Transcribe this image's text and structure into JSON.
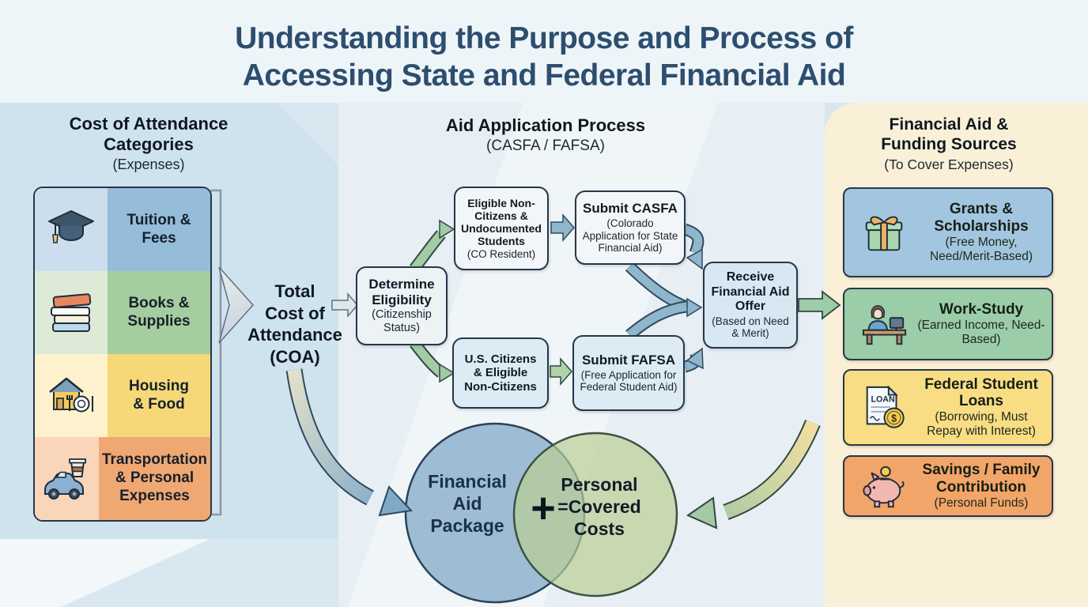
{
  "title": {
    "lines": [
      "Understanding the Purpose and Process of",
      "Accessing State and Federal Financial Aid"
    ]
  },
  "left_panel": {
    "heading": "Cost of Attendance Categories",
    "subheading": "(Expenses)",
    "items": [
      {
        "icon": "graduation-cap-icon",
        "label_lines": [
          "Tuition &",
          "Fees"
        ]
      },
      {
        "icon": "books-icon",
        "label_lines": [
          "Books &",
          "Supplies"
        ]
      },
      {
        "icon": "house-food-icon",
        "label_lines": [
          "Housing",
          "& Food"
        ]
      },
      {
        "icon": "car-coffee-icon",
        "label_lines": [
          "Transportation",
          "& Personal",
          "Expenses"
        ]
      }
    ],
    "total_lines": [
      "Total",
      "Cost of",
      "Attendance",
      "(COA)"
    ]
  },
  "process": {
    "heading": "Aid Application Process",
    "subheading": "(CASFA / FAFSA)",
    "determine": {
      "title": "Determine Eligibility",
      "sub": "(Citizenship Status)"
    },
    "eligible": {
      "title": "Eligible Non-Citizens & Undocumented Students",
      "sub": "(CO Resident)"
    },
    "casfa": {
      "title": "Submit CASFA",
      "sub": "(Colorado Application for State Financial Aid)"
    },
    "citizens": {
      "title": "U.S. Citizens & Eligible Non-Citizens"
    },
    "fafsa": {
      "title": "Submit FAFSA",
      "sub": "(Free Application for Federal Student Aid)"
    },
    "receive": {
      "title": "Receive Financial Aid Offer",
      "sub": "(Based on Need & Merit)"
    }
  },
  "right_panel": {
    "heading_lines": [
      "Financial Aid &",
      "Funding Sources"
    ],
    "subheading": "(To Cover Expenses)",
    "cards": [
      {
        "icon": "gift-icon",
        "title": "Grants & Scholarships",
        "sub": "(Free Money, Need/Merit-Based)",
        "color": "#a3c6e0"
      },
      {
        "icon": "work-desk-icon",
        "title": "Work-Study",
        "sub": "(Earned Income, Need-Based)",
        "color": "#9bcda9"
      },
      {
        "icon": "loan-document-icon",
        "title": "Federal Student Loans",
        "sub": "(Borrowing, Must Repay with Interest)",
        "color": "#f8dd84",
        "icon_text": "LOAN",
        "coin_symbol": "$"
      },
      {
        "icon": "piggy-bank-icon",
        "title": "Savings / Family Contribution",
        "sub": "(Personal Funds)",
        "color": "#f2a569"
      }
    ]
  },
  "venn": {
    "left_lines": [
      "Financial",
      "Aid",
      "Package"
    ],
    "operator": "+",
    "right_lines": [
      "Personal",
      "=Covered",
      "Costs"
    ]
  },
  "colors": {
    "background": "#d8e7f0",
    "left_panel": "#cfe3ee",
    "right_panel": "#faf0d8",
    "title_text": "#2d4e6e",
    "box_border": "#273749",
    "blue_arrow": "#8fb6cc",
    "green_arrow": "#a3cba6",
    "venn_left_circle": "#92b4ce",
    "venn_right_circle": "#bace94"
  }
}
